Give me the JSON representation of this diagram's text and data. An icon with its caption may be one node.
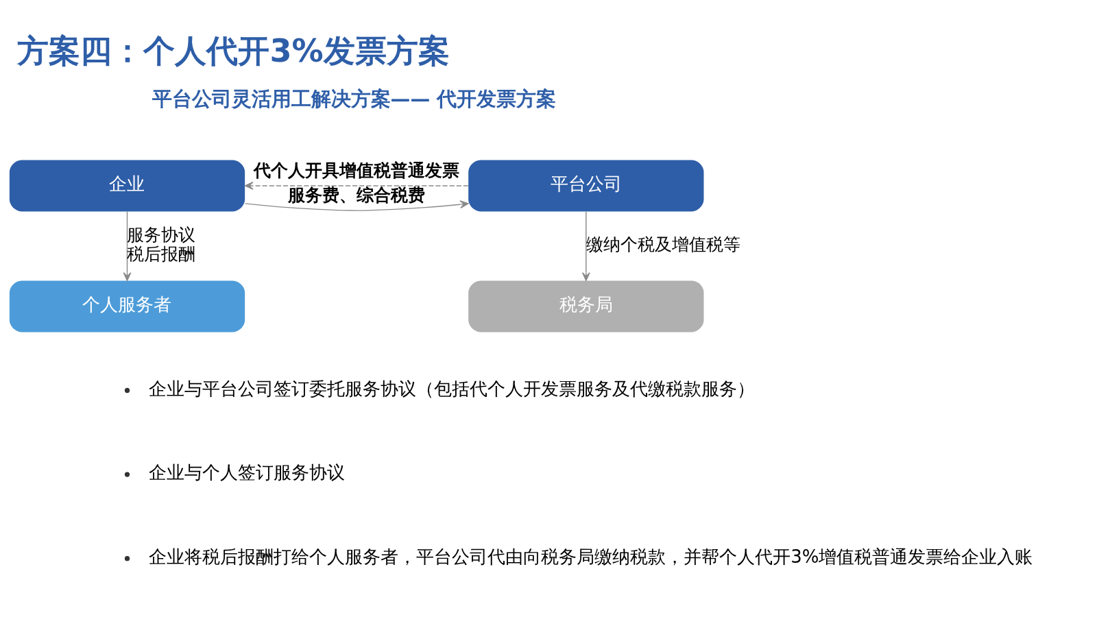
{
  "diagram": {
    "title": "方案四：个人代开3%发票方案",
    "nodes": [
      {
        "text": [
          "企业"
        ]
      },
      {
        "text": [
          "个人服务者"
        ]
      },
      {
        "text": [
          "平台公司"
        ]
      },
      {
        "text": [
          "税务局"
        ]
      }
    ],
    "edges": [
      {
        "from": 0,
        "to": 1,
        "arrow": "to",
        "label": "服务协议税后报酬"
      },
      {
        "from": 2,
        "to": 3,
        "arrow": "to",
        "label": "缴纳个税及增值税等"
      },
      {
        "from": 0,
        "to": 2,
        "arrow": "to",
        "label": "服务费、综合税费"
      },
      {
        "from": 2,
        "to": 0,
        "arrow": "to",
        "label": "代个人开具增值税普通发票",
        "style": "dashed"
      }
    ],
    "labels": [
      "平台公司灵活用工解决方案—— 代开发票方案",
      "企业与平台公司签订委托服务协议（包括代个人开发票服务及代缴税款服务）",
      "企业与个人签订服务协议",
      "企业将税后报酬打给个人服务者，平台公司代由向税务局缴纳税款，并帮个人代开3%增值税普通发票给企业入账"
    ]
  }
}
